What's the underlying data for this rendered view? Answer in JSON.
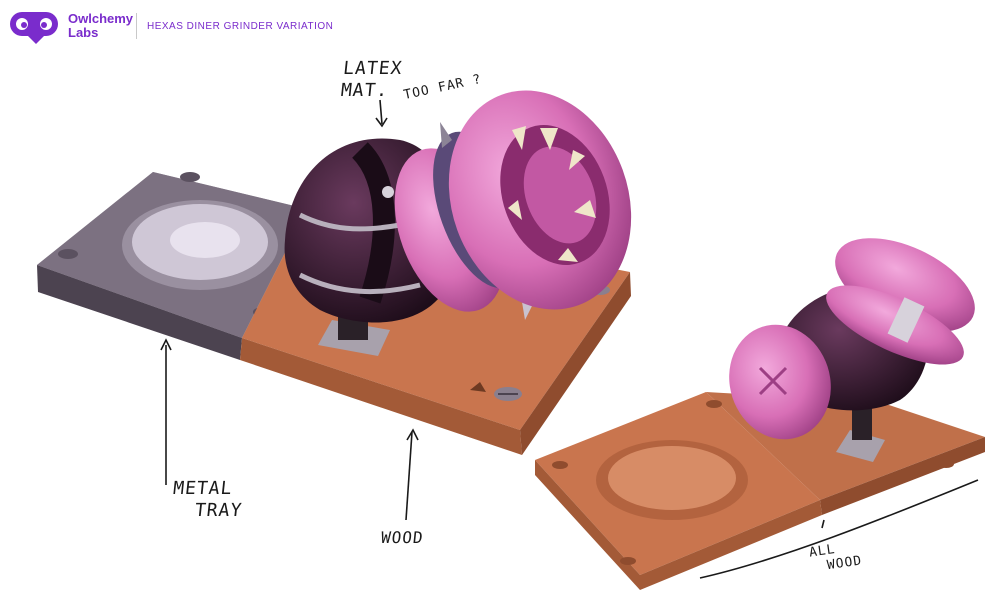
{
  "brand": {
    "name_line1": "Owlchemy",
    "name_line2": "Labs",
    "accent_color": "#7a2ccc"
  },
  "title": "HEXAS DINER GRINDER VARIATION",
  "annotations": {
    "latex_line1": "LATEX",
    "latex_line2": "MAT.",
    "too_far": "TOO FAR ?",
    "metal_line1": "METAL",
    "metal_line2": "TRAY",
    "wood": "WOOD",
    "all_line1": "ALL",
    "all_line2": "WOOD"
  },
  "palette": {
    "pink": "#d86fb6",
    "dark_purple": "#3a1c34",
    "metal": "#857a8a",
    "wood": "#c9754e"
  }
}
